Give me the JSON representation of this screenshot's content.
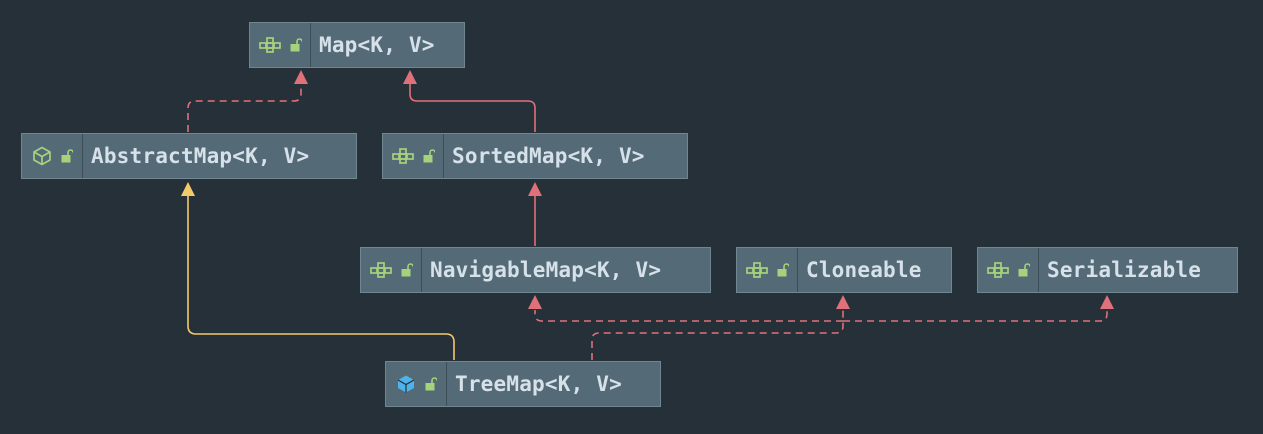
{
  "colors": {
    "background": "#263038",
    "node_fill": "#546a76",
    "node_text": "#d6e1ea",
    "extends_edge": "#e0707a",
    "class_extends_edge": "#f2c96b",
    "interface_icon": "#a7d27c",
    "class_icon": "#a7d27c",
    "concrete_class_icon": "#4fb3ea"
  },
  "nodes": {
    "map": {
      "label": "Map<K, V>",
      "icon": "interface-icon"
    },
    "abstract_map": {
      "label": "AbstractMap<K, V>",
      "icon": "abstract-class-icon"
    },
    "sorted_map": {
      "label": "SortedMap<K, V>",
      "icon": "interface-icon"
    },
    "navigable_map": {
      "label": "NavigableMap<K, V>",
      "icon": "interface-icon"
    },
    "cloneable": {
      "label": "Cloneable",
      "icon": "interface-icon"
    },
    "serializable": {
      "label": "Serializable",
      "icon": "interface-icon"
    },
    "tree_map": {
      "label": "TreeMap<K, V>",
      "icon": "class-icon"
    }
  },
  "edges": [
    {
      "from": "abstract_map",
      "to": "map",
      "style": "dashed"
    },
    {
      "from": "sorted_map",
      "to": "map",
      "style": "solid"
    },
    {
      "from": "navigable_map",
      "to": "sorted_map",
      "style": "solid"
    },
    {
      "from": "tree_map",
      "to": "abstract_map",
      "style": "solid"
    },
    {
      "from": "tree_map",
      "to": "navigable_map",
      "style": "dashed"
    },
    {
      "from": "tree_map",
      "to": "cloneable",
      "style": "dashed"
    },
    {
      "from": "tree_map",
      "to": "serializable",
      "style": "dashed"
    }
  ]
}
